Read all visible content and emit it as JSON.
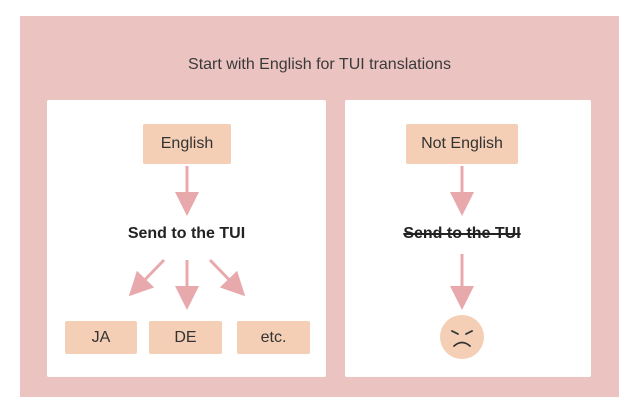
{
  "title": "Start with English for TUI translations",
  "left": {
    "source_label": "English",
    "step_label": "Send to the TUI",
    "outputs": [
      "JA",
      "DE",
      "etc."
    ]
  },
  "right": {
    "source_label": "Not English",
    "step_label": "Send to the TUI",
    "result_icon": "sad-face-icon"
  },
  "colors": {
    "background": "#ebc3c1",
    "panel": "#ffffff",
    "box": "#f4cfb5",
    "arrow": "#e8a9ad"
  }
}
